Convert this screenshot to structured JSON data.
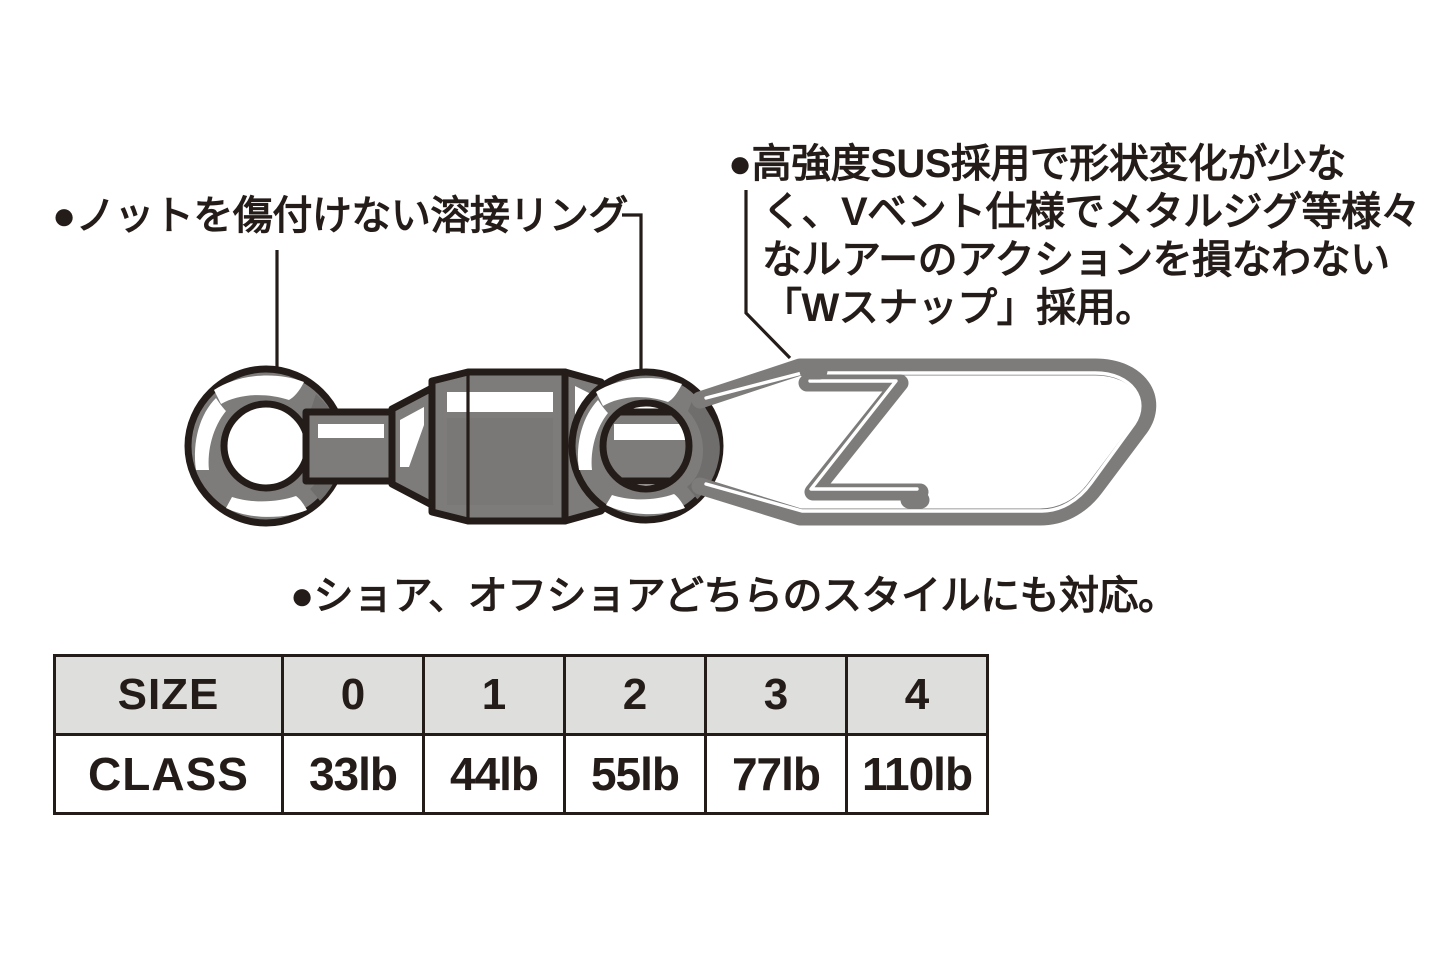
{
  "page": {
    "background_color": "#ffffff",
    "ink_color": "#241c19",
    "metal_fill": "#7d7c7b",
    "metal_dark": "#6b6a69",
    "metal_highlight": "#ffffff",
    "table_header_bg": "#dededc"
  },
  "callouts": {
    "welded_ring": {
      "bullet": "●",
      "text": "ノットを傷付けない溶接リング"
    },
    "snap": {
      "bullet": "●",
      "line1": "高強度SUS採用で形状変化が少な",
      "line2": "く、Vベント仕様でメタルジグ等様々",
      "line3": "なルアーのアクションを損なわない",
      "line4": "「Wスナップ」採用。"
    },
    "style": {
      "bullet": "●",
      "text": "ショア、オフショアどちらのスタイルにも対応。"
    }
  },
  "spec_table": {
    "rows": [
      {
        "label": "SIZE",
        "values": [
          "0",
          "1",
          "2",
          "3",
          "4"
        ]
      },
      {
        "label": "CLASS",
        "values": [
          "33lb",
          "44lb",
          "55lb",
          "77lb",
          "110lb"
        ]
      }
    ]
  },
  "illustration": {
    "name": "ball-bearing-swivel-with-w-snap",
    "parts": [
      "welded-ring",
      "barrel-swivel-body",
      "second-welded-ring",
      "w-snap-clip"
    ]
  }
}
